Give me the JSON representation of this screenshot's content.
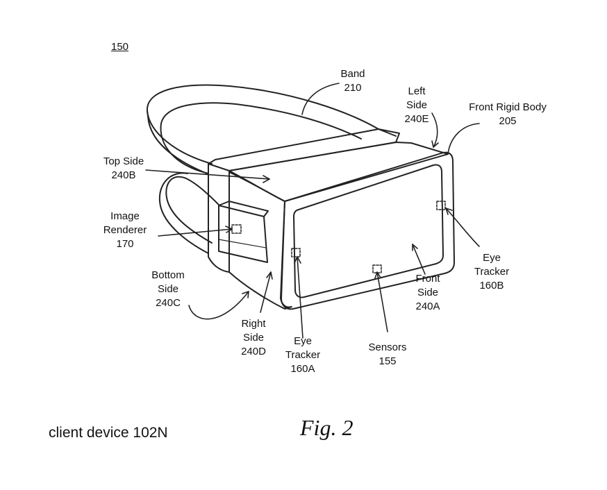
{
  "figure_ref": "150",
  "figure_caption": "Fig. 2",
  "device_label": "client device 102N",
  "labels": {
    "band": [
      "Band",
      "210"
    ],
    "left_side": [
      "Left",
      "Side",
      "240E"
    ],
    "front_rigid_body": [
      "Front Rigid Body",
      "205"
    ],
    "top_side": [
      "Top Side",
      "240B"
    ],
    "image_renderer": [
      "Image",
      "Renderer",
      "170"
    ],
    "bottom_side": [
      "Bottom",
      "Side",
      "240C"
    ],
    "right_side": [
      "Right",
      "Side",
      "240D"
    ],
    "eye_tracker_a": [
      "Eye",
      "Tracker",
      "160A"
    ],
    "sensors": [
      "Sensors",
      "155"
    ],
    "front_side": [
      "Front",
      "Side",
      "240A"
    ],
    "eye_tracker_b": [
      "Eye",
      "Tracker",
      "160B"
    ]
  }
}
